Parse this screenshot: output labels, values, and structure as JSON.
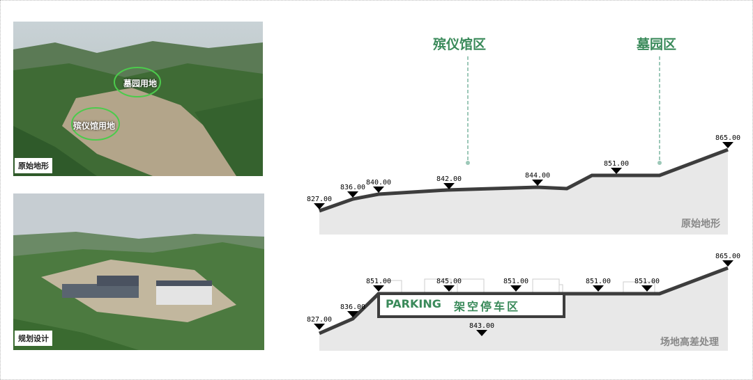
{
  "photos": {
    "original": {
      "tag": "原始地形",
      "labels": [
        "墓园用地",
        "殡仪馆用地"
      ]
    },
    "planned": {
      "tag": "规划设计"
    }
  },
  "zones": {
    "funeral": "殡仪馆区",
    "cemetery": "墓园区"
  },
  "sections": {
    "original": {
      "title": "原始地形",
      "elevations": [
        "827.00",
        "836.00",
        "840.00",
        "842.00",
        "844.00",
        "851.00",
        "865.00"
      ]
    },
    "processed": {
      "title": "场地高差处理",
      "elevations": [
        "827.00",
        "836.00",
        "851.00",
        "845.00",
        "843.00",
        "851.00",
        "851.00",
        "851.00",
        "865.00"
      ],
      "parking_en": "PARKING",
      "parking_cn": "架空停车区"
    }
  },
  "colors": {
    "accent": "#3a8a5a",
    "profile": "#3d3d3d",
    "ground": "#e8e8e8"
  }
}
